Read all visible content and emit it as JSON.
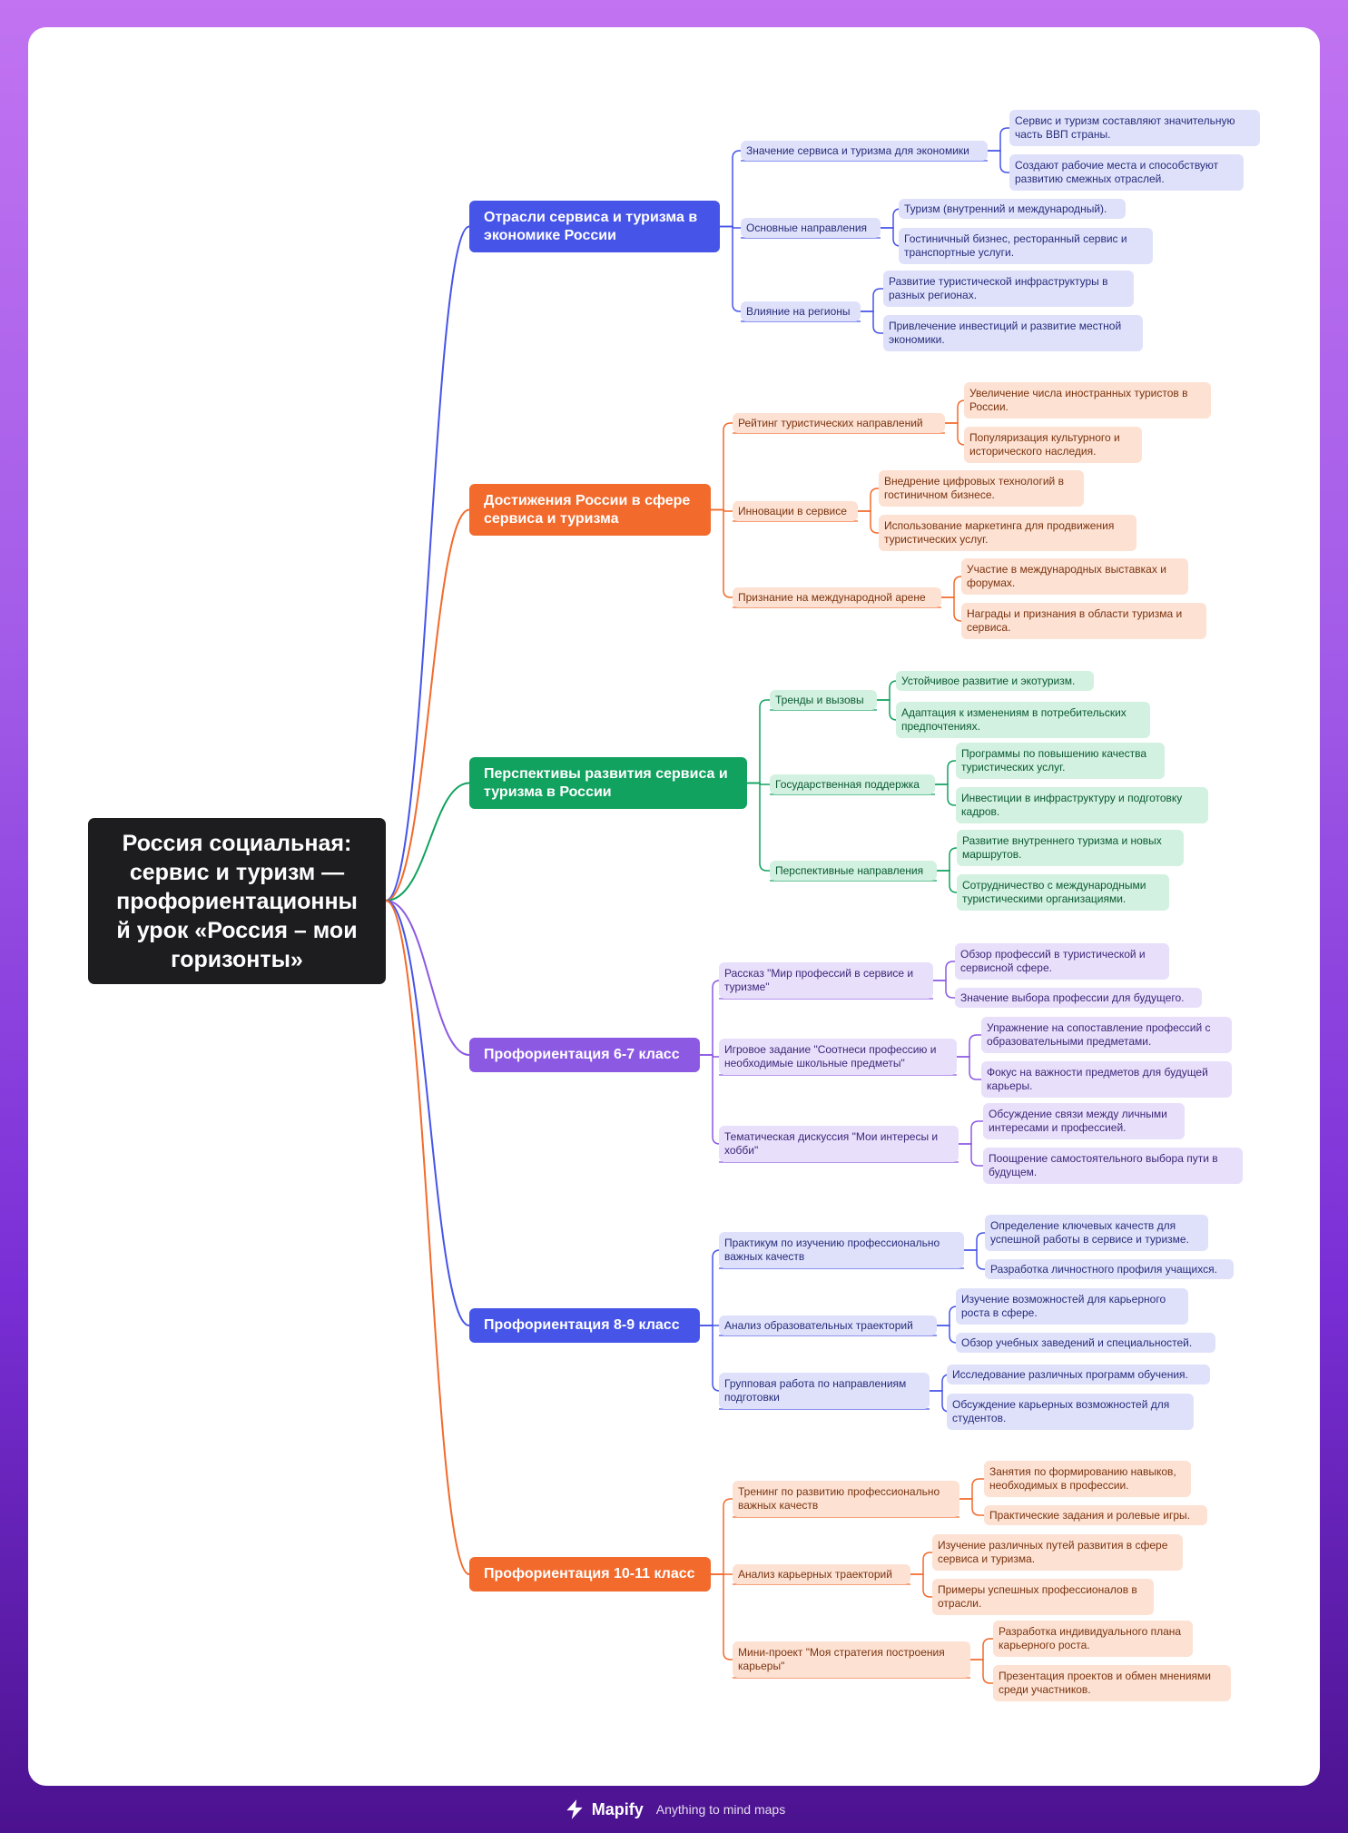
{
  "root": {
    "title_lines": [
      "Россия социальная:",
      "сервис и туризм —",
      "профориентационны",
      "й урок «Россия – мои",
      "горизонты»"
    ]
  },
  "colors": {
    "blue": "#4654e8",
    "orange": "#f26a2c",
    "green": "#11a25f",
    "purple": "#8c59e3",
    "root": "#1d1d20"
  },
  "branches": [
    {
      "label": "Отрасли сервиса и туризма в экономике России",
      "subs": [
        {
          "label": "Значение сервиса и туризма для экономики",
          "leaves": [
            "Сервис и туризм составляют значительную часть ВВП страны.",
            "Создают рабочие места и способствуют развитию смежных отраслей."
          ]
        },
        {
          "label": "Основные направления",
          "leaves": [
            "Туризм (внутренний и международный).",
            "Гостиничный бизнес, ресторанный сервис и транспортные услуги."
          ]
        },
        {
          "label": "Влияние на регионы",
          "leaves": [
            "Развитие туристической инфраструктуры в разных регионах.",
            "Привлечение инвестиций и развитие местной экономики."
          ]
        }
      ]
    },
    {
      "label": "Достижения России в сфере сервиса и туризма",
      "subs": [
        {
          "label": "Рейтинг туристических направлений",
          "leaves": [
            "Увеличение числа иностранных туристов в России.",
            "Популяризация культурного и исторического наследия."
          ]
        },
        {
          "label": "Инновации в сервисе",
          "leaves": [
            "Внедрение цифровых технологий в гостиничном бизнесе.",
            "Использование маркетинга для продвижения туристических услуг."
          ]
        },
        {
          "label": "Признание на международной арене",
          "leaves": [
            "Участие в международных выставках и форумах.",
            "Награды и признания в области туризма и сервиса."
          ]
        }
      ]
    },
    {
      "label": "Перспективы развития сервиса и туризма в России",
      "subs": [
        {
          "label": "Тренды и вызовы",
          "leaves": [
            "Устойчивое развитие и экотуризм.",
            "Адаптация к изменениям в потребительских предпочтениях."
          ]
        },
        {
          "label": "Государственная поддержка",
          "leaves": [
            "Программы по повышению качества туристических услуг.",
            "Инвестиции в инфраструктуру и подготовку кадров."
          ]
        },
        {
          "label": "Перспективные направления",
          "leaves": [
            "Развитие внутреннего туризма и новых маршрутов.",
            "Сотрудничество с международными туристическими организациями."
          ]
        }
      ]
    },
    {
      "label": "Профориентация 6-7 класс",
      "subs": [
        {
          "label": "Рассказ \"Мир профессий в сервисе и туризме\"",
          "leaves": [
            "Обзор профессий в туристической и сервисной сфере.",
            "Значение выбора профессии для будущего."
          ]
        },
        {
          "label": "Игровое задание \"Соотнеси профессию и необходимые школьные предметы\"",
          "leaves": [
            "Упражнение на сопоставление профессий с образовательными предметами.",
            "Фокус на важности предметов для будущей карьеры."
          ]
        },
        {
          "label": "Тематическая дискуссия \"Мои интересы и хобби\"",
          "leaves": [
            "Обсуждение связи между личными интересами и профессией.",
            "Поощрение самостоятельного выбора пути в будущем."
          ]
        }
      ]
    },
    {
      "label": "Профориентация 8-9 класс",
      "subs": [
        {
          "label": "Практикум по изучению профессионально важных качеств",
          "leaves": [
            "Определение ключевых качеств для успешной работы в сервисе и туризме.",
            "Разработка личностного профиля учащихся."
          ]
        },
        {
          "label": "Анализ образовательных траекторий",
          "leaves": [
            "Изучение возможностей для карьерного роста в сфере.",
            "Обзор учебных заведений и специальностей."
          ]
        },
        {
          "label": "Групповая работа по направлениям подготовки",
          "leaves": [
            "Исследование различных программ обучения.",
            "Обсуждение карьерных возможностей для студентов."
          ]
        }
      ]
    },
    {
      "label": "Профориентация 10-11 класс",
      "subs": [
        {
          "label": "Тренинг по развитию профессионально важных качеств",
          "leaves": [
            "Занятия по формированию навыков, необходимых в профессии.",
            "Практические задания и ролевые игры."
          ]
        },
        {
          "label": "Анализ карьерных траекторий",
          "leaves": [
            "Изучение различных путей развития в сфере сервиса и туризма.",
            "Примеры успешных профессионалов в отрасли."
          ]
        },
        {
          "label": "Мини-проект \"Моя стратегия построения карьеры\"",
          "leaves": [
            "Разработка индивидуального плана карьерного роста.",
            "Презентация проектов и обмен мнениями среди участников."
          ]
        }
      ]
    }
  ],
  "footer": {
    "brand": "Mapify",
    "tagline": "Anything to mind maps",
    "logo_icon": "lightning-bolt-icon"
  }
}
